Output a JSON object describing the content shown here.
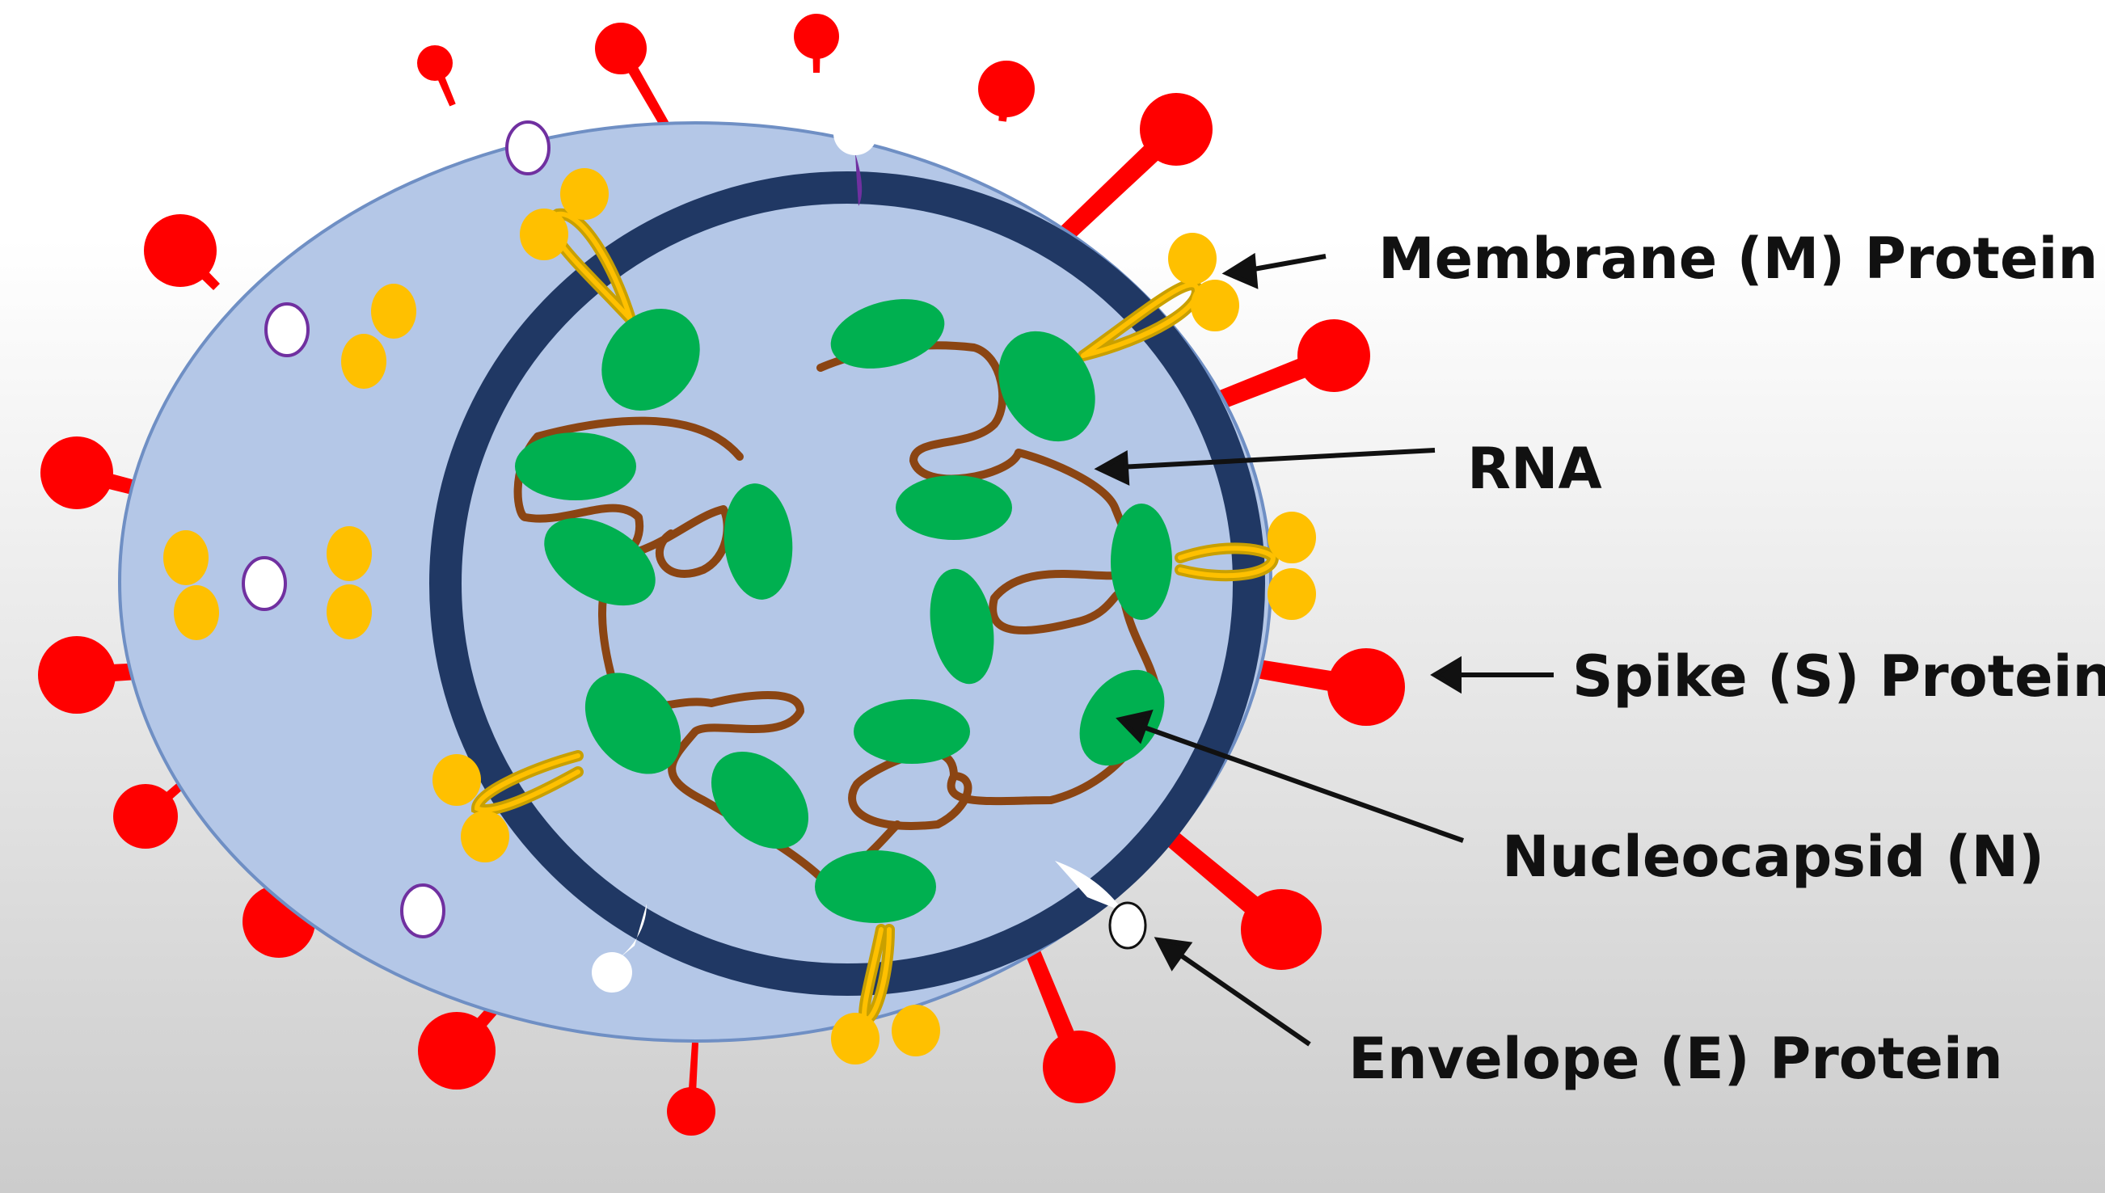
{
  "labels": {
    "membrane": "Membrane (M) Protein",
    "rna": "RNA",
    "spike": "Spike (S) Protein",
    "nucleocapsid": "Nucleocapsid (N)",
    "envelope": "Envelope (E) Protein"
  },
  "colors": {
    "envelope_fill": "#b4c7e7",
    "envelope_stroke": "#6f8fc4",
    "membrane_ring": "#203864",
    "spike": "#ff0000",
    "membrane_protein": "#ffc000",
    "membrane_protein_stem": "#c9a000",
    "nucleocapsid": "#00b050",
    "rna": "#8b4513",
    "envelope_protein": "#ffffff",
    "vesicle_stroke": "#7030a0"
  }
}
